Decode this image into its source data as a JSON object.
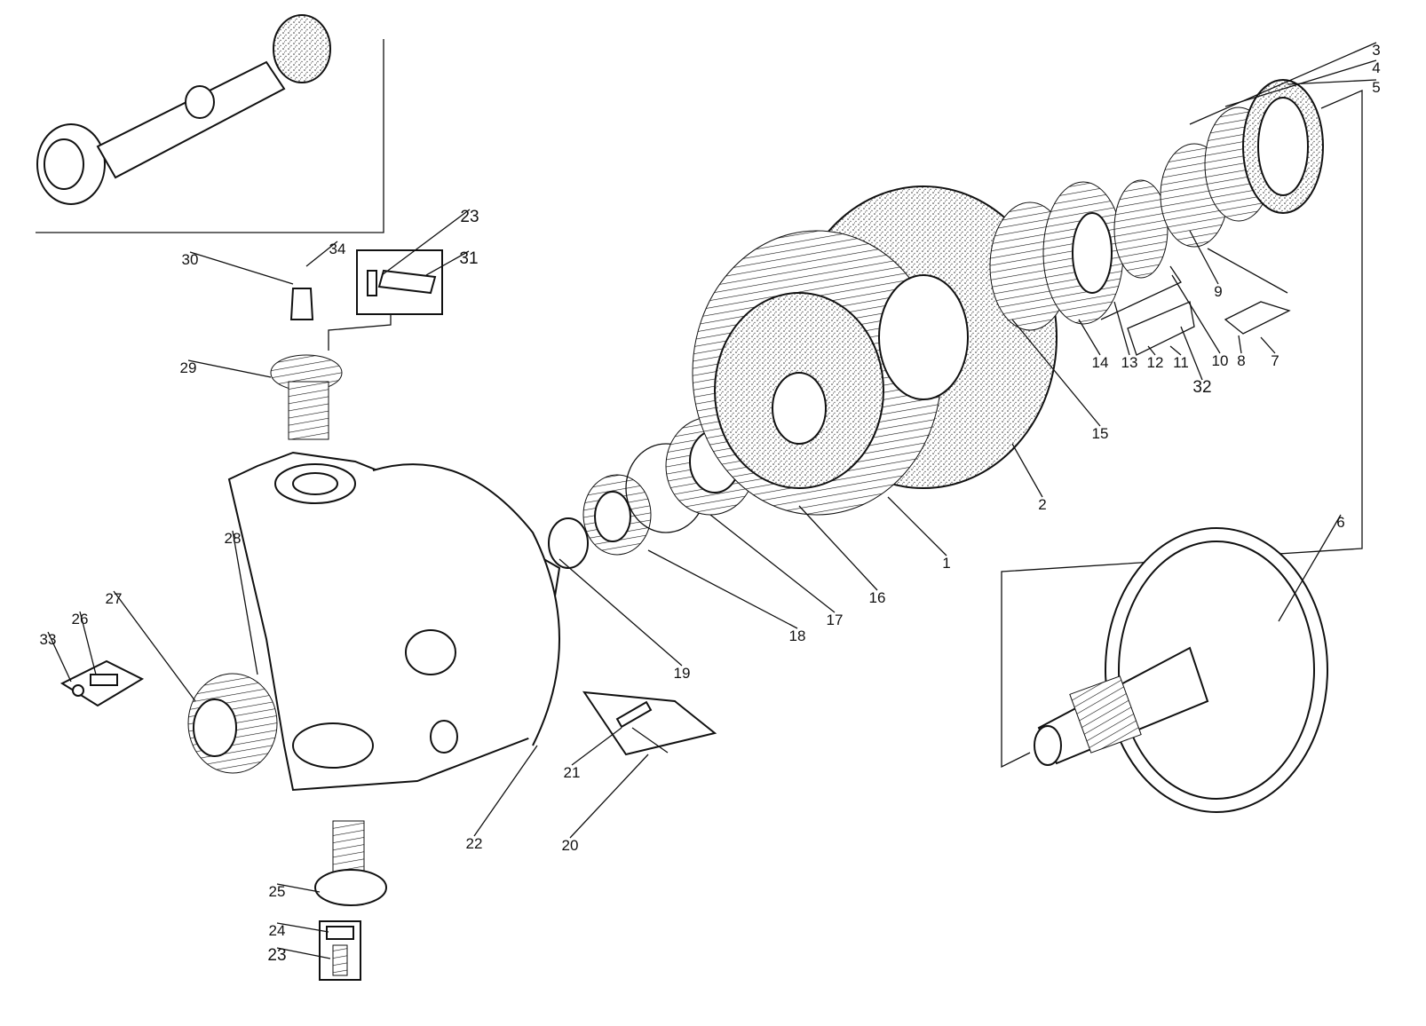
{
  "diagram": {
    "type": "exploded-parts-view",
    "callouts": [
      "1",
      "2",
      "3",
      "4",
      "5",
      "6",
      "7",
      "8",
      "9",
      "10",
      "11",
      "12",
      "13",
      "14",
      "15",
      "16",
      "17",
      "18",
      "19",
      "20",
      "21",
      "22",
      "23",
      "23",
      "24",
      "25",
      "26",
      "27",
      "28",
      "29",
      "30",
      "31",
      "32",
      "33",
      "34"
    ]
  },
  "colors": {
    "ink": "#111111",
    "paper": "#ffffff"
  }
}
